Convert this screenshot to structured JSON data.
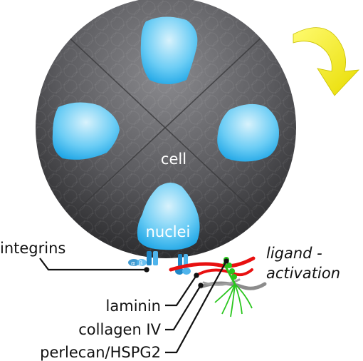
{
  "labels": {
    "cell": "cell",
    "nuclei": "nuclei",
    "integrins": "integrins",
    "alpha": "α",
    "beta": "β",
    "ligand_line1": "ligand -",
    "ligand_line2": "activation",
    "laminin": "laminin",
    "collagen": "collagen IV",
    "perlecan": "perlecan/HSPG2"
  },
  "colors": {
    "cell_dark": "#2a2a2c",
    "cell_light": "#8a8a8e",
    "nucleus_light": "#d8f2fc",
    "nucleus_dark": "#1fa6e6",
    "arrow_yellow": "#f5ee00",
    "laminin_red": "#e81010",
    "collagen_gray": "#8c8c8c",
    "perlecan_green": "#29c61d"
  },
  "icons": {
    "rotation": "curved-arrow-clockwise-icon"
  }
}
